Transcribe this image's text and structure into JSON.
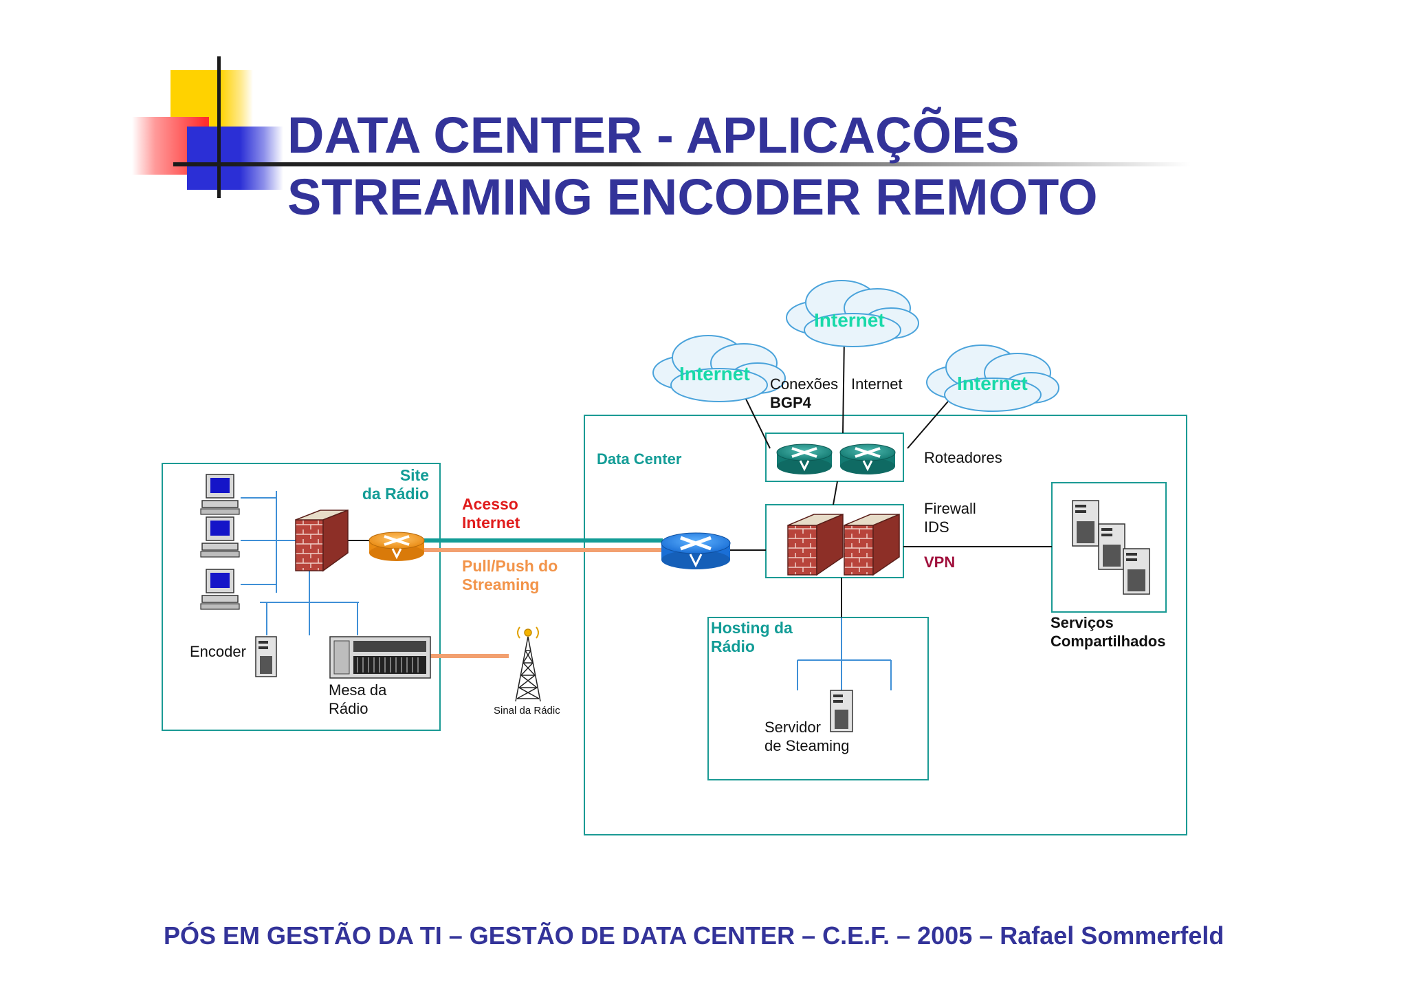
{
  "title": {
    "line1": "DATA CENTER - APLICAÇÕES",
    "line2": "STREAMING ENCODER REMOTO"
  },
  "footer": "PÓS EM GESTÃO DA TI – GESTÃO DE DATA CENTER – C.E.F. – 2005 – Rafael Sommerfeld",
  "diagram": {
    "clouds": [
      "Internet",
      "Internet",
      "Internet"
    ],
    "site": {
      "line1": "Site",
      "line2": "da Rádio"
    },
    "encoder": "Encoder",
    "mesa": {
      "line1": "Mesa da",
      "line2": "Rádio"
    },
    "sinal": "Sinal da Rádic",
    "acesso": {
      "line1": "Acesso",
      "line2": "Internet"
    },
    "pullpush": {
      "line1": "Pull/Push do",
      "line2": "Streaming"
    },
    "datacenter": "Data Center",
    "conexoes": "Conexões",
    "internet_label": "Internet",
    "bgp": "BGP4",
    "roteadores": "Roteadores",
    "firewall": {
      "line1": "Firewall",
      "line2": "IDS"
    },
    "vpn": "VPN",
    "hosting": {
      "line1": "Hosting da",
      "line2": "Rádio"
    },
    "servidor": {
      "line1": "Servidor",
      "line2": "de Steaming"
    },
    "servicos": {
      "line1": "Serviços",
      "line2": "Compartilhados"
    }
  },
  "colors": {
    "title": "#333399",
    "teal": "#129c96",
    "box": "#1a9a94",
    "orange_link": "#f2a070",
    "red_label": "#e01c1c",
    "cloud_text": "#19d9a9"
  }
}
